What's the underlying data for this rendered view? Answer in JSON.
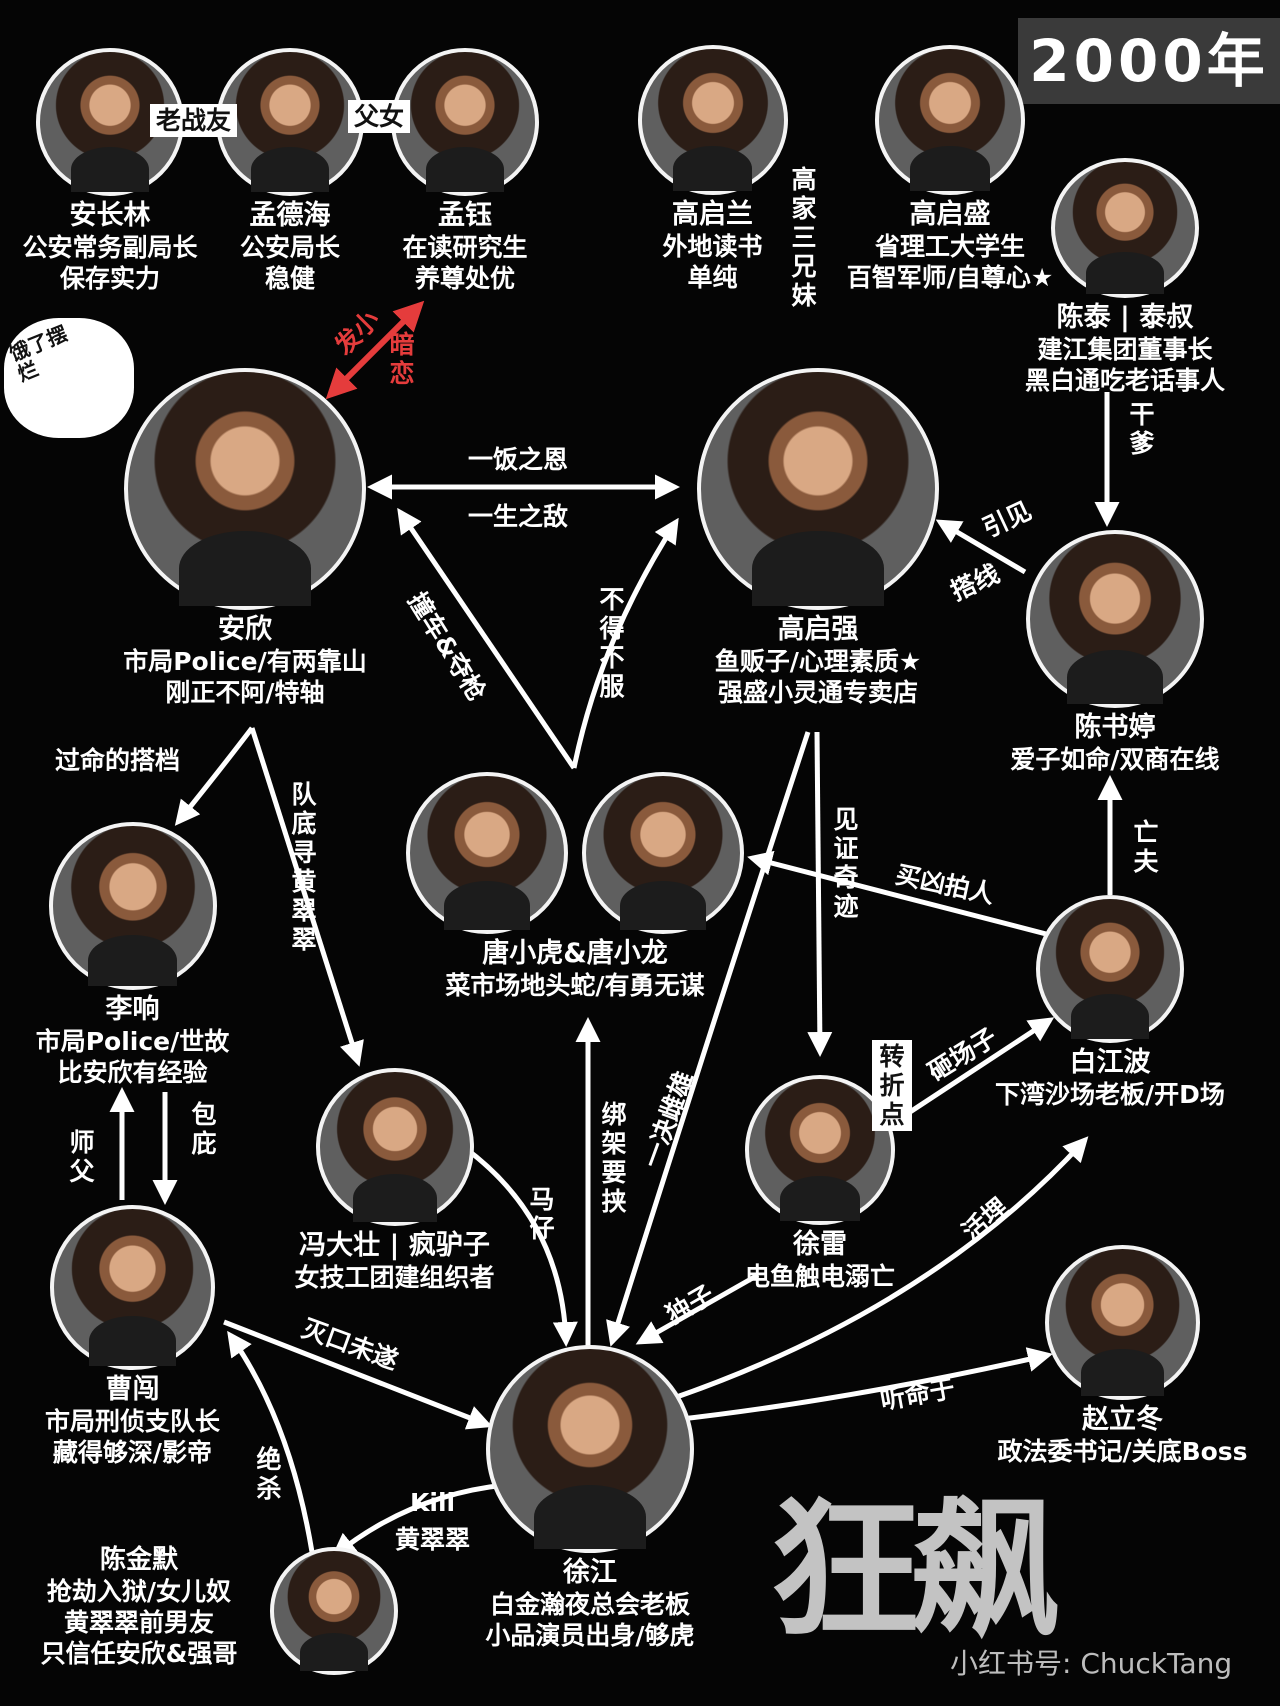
{
  "year": "2000年",
  "sticker": "饿了摆烂",
  "logo": "狂飙",
  "watermark": "小红书号: ChuckTang",
  "nodes": {
    "an_changlin": {
      "name": "安长林",
      "lines": [
        "公安常务副局长",
        "保存实力"
      ]
    },
    "meng_dehai": {
      "name": "孟德海",
      "lines": [
        "公安局长",
        "稳健"
      ]
    },
    "meng_yu": {
      "name": "孟钰",
      "lines": [
        "在读研究生",
        "养尊处优"
      ]
    },
    "gao_qilan": {
      "name": "高启兰",
      "lines": [
        "外地读书",
        "单纯"
      ]
    },
    "gao_qisheng": {
      "name": "高启盛",
      "lines": [
        "省理工大学生",
        "百智军师/自尊心★"
      ]
    },
    "chen_tai": {
      "name": "陈泰 | 泰叔",
      "lines": [
        "建江集团董事长",
        "黑白通吃老话事人"
      ]
    },
    "an_xin": {
      "name": "安欣",
      "lines": [
        "市局Police/有两靠山",
        "刚正不阿/特轴"
      ]
    },
    "gao_qiqiang": {
      "name": "高启强",
      "lines": [
        "鱼贩子/心理素质★",
        "强盛小灵通专卖店"
      ]
    },
    "chen_shuting": {
      "name": "陈书婷",
      "lines": [
        "爱子如命/双商在线"
      ]
    },
    "li_xiang": {
      "name": "李响",
      "lines": [
        "市局Police/世故",
        "比安欣有经验"
      ]
    },
    "tang": {
      "name": "唐小虎&唐小龙",
      "lines": [
        "菜市场地头蛇/有勇无谋"
      ]
    },
    "bai_jiangbo": {
      "name": "白江波",
      "lines": [
        "下湾沙场老板/开D场"
      ]
    },
    "feng_dazhuang": {
      "name": "冯大壮 | 疯驴子",
      "lines": [
        "女技工团建组织者"
      ]
    },
    "xu_lei": {
      "name": "徐雷",
      "lines": [
        "电鱼触电溺亡"
      ]
    },
    "cao_chuang": {
      "name": "曹闯",
      "lines": [
        "市局刑侦支队长",
        "藏得够深/影帝"
      ]
    },
    "zhao_lidong": {
      "name": "赵立冬",
      "lines": [
        "政法委书记/关底Boss"
      ]
    },
    "xu_jiang": {
      "name": "徐江",
      "lines": [
        "白金瀚夜总会老板",
        "小品演员出身/够虎"
      ]
    },
    "chen_jinmo": {
      "name": "陈金默",
      "lines": [
        "抢劫入狱/女儿奴",
        "黄翠翠前男友",
        "只信任安欣&强哥"
      ]
    }
  },
  "edge_labels": {
    "old_comrades": "老战友",
    "father_daughter": "父女",
    "siblings": "高家三兄妹",
    "childhood": "发小",
    "crush": "暗恋",
    "godfather": "干爹",
    "introduce": "引见",
    "matchmake": "搭线",
    "meal_debt": "一饭之恩",
    "lifelong_enemy": "一生之敌",
    "crash_gun": "撞车&夺枪",
    "not_convinced": "不得不服",
    "witness_miracle": "见证奇迹",
    "partner": "过命的搭档",
    "search_huang": "队底寻黄翠翠",
    "hire_thugs": "买凶拍人",
    "late_husband": "亡夫",
    "smash_field": "砸场子",
    "turning_point": "转折点",
    "master": "师父",
    "cover": "包庇",
    "kidnap": "绑架要挟",
    "decisive_battle": "一决雌雄",
    "henchman": "马仔",
    "buried_alive": "活埋",
    "only_son": "独子",
    "silence_fail": "灭口未遂",
    "obey": "听命于",
    "kill": "Kill",
    "kill_target": "黄翠翠",
    "kill_off": "绝杀"
  }
}
